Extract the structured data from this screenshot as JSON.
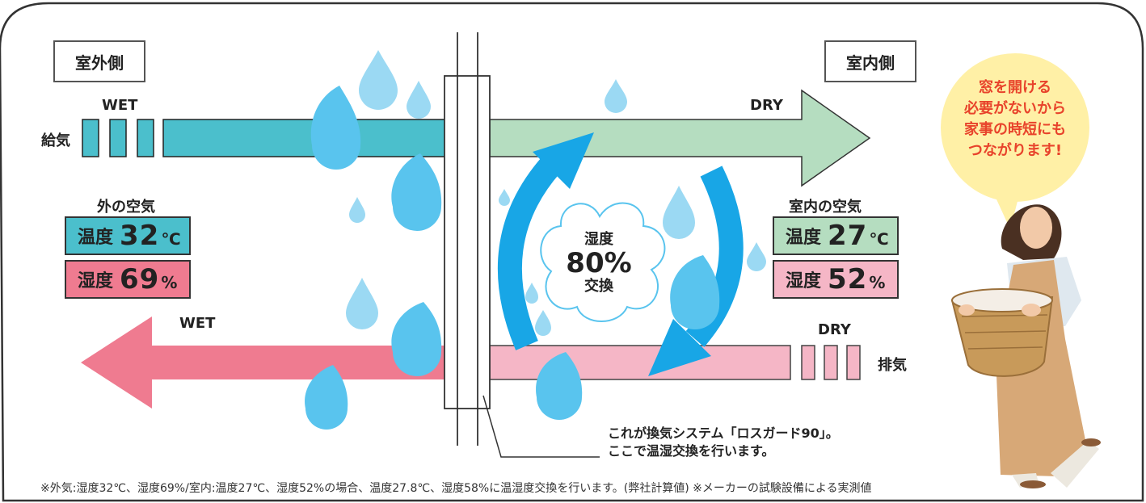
{
  "outside": {
    "title": "室外側",
    "air_label": "外の空気",
    "temp_label": "温度",
    "temp_value": "32",
    "temp_unit": "℃",
    "humid_label": "湿度",
    "humid_value": "69",
    "humid_unit": "%"
  },
  "inside": {
    "title": "室内側",
    "air_label": "室内の空気",
    "temp_label": "温度",
    "temp_value": "27",
    "temp_unit": "℃",
    "humid_label": "湿度",
    "humid_value": "52",
    "humid_unit": "%"
  },
  "supply": {
    "label": "給気",
    "wet": "WET",
    "dry": "DRY"
  },
  "exhaust": {
    "label": "排気",
    "wet": "WET",
    "dry": "DRY"
  },
  "exchange": {
    "line1": "湿度",
    "line2": "80%",
    "line3": "交換"
  },
  "speech_bubble": [
    "窓を開ける",
    "必要がないから",
    "家事の時短にも",
    "つながります!"
  ],
  "caption": [
    "これが換気システム「ロスガード90」。",
    "ここで温湿交換を行います。"
  ],
  "footnote": "※外気:湿度32℃、湿度69%/室内:温度27℃、湿度52%の場合、温度27.8℃、湿度58%に温湿度交換を行います。(弊社計算値) ※メーカーの試験設備による実測値",
  "colors": {
    "teal": "#4bbfcc",
    "mint": "#b5ddc0",
    "pink_dark": "#ef7b90",
    "pink_light": "#f5b6c6",
    "drop": "#59c4ee",
    "drop_light": "#9bd9f3",
    "blue_arrow": "#18a6e6",
    "bubble": "#fff0a6",
    "accent_text": "#e8432b"
  }
}
